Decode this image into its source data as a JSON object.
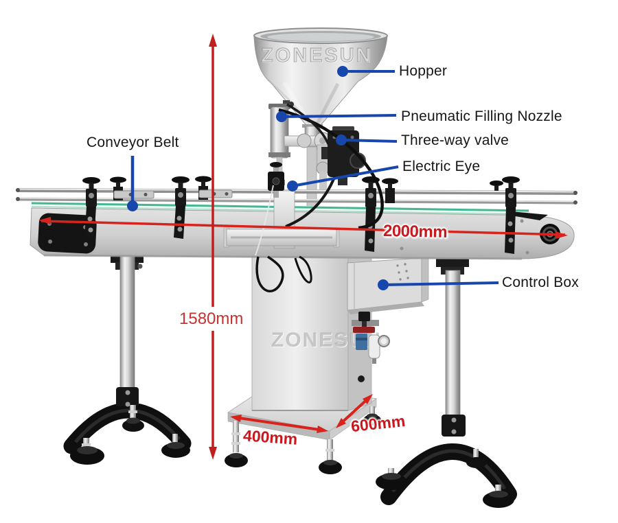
{
  "labels": {
    "hopper": "Hopper",
    "pneumatic_filling_nozzle": "Pneumatic Filling Nozzle",
    "three_way_valve": "Three-way valve",
    "electric_eye": "Electric Eye",
    "conveyor_belt": "Conveyor Belt",
    "control_box": "Control Box"
  },
  "dimensions": {
    "conveyor_length": "2000mm",
    "machine_height": "1580mm",
    "base_width": "400mm",
    "base_depth": "600mm"
  },
  "watermarks": {
    "hopper": "ZONESUN",
    "body": "ZONESUN"
  },
  "colors": {
    "annotation_blue": "#1747ad",
    "dimension_red": "#d8231d",
    "dimension_text_red": "#c8191f",
    "belt_green": "#46b796",
    "label_black": "#161616"
  }
}
